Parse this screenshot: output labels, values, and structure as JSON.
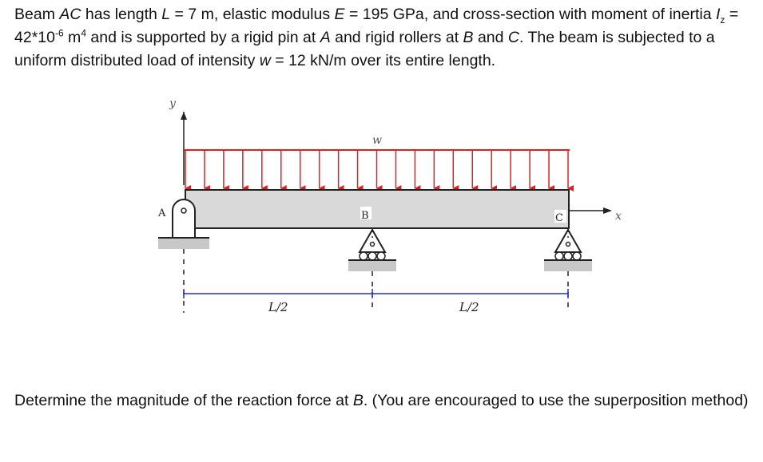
{
  "problem": {
    "p1": "Beam ",
    "beam": "AC",
    "p2": " has length ",
    "L_sym": "L",
    "p3": " = 7 m, elastic modulus ",
    "E_sym": "E",
    "p4": " = 195 GPa, and cross-section with moment of inertia ",
    "I_sym": "I",
    "I_sub": "z",
    "p5": " = 42*10",
    "exp1": "-6",
    "p6": " m",
    "exp2": "4",
    "p7": " and is supported by a rigid pin at ",
    "A": "A",
    "p8": " and rigid rollers at ",
    "B": "B",
    "p9": " and ",
    "C": "C",
    "p10": ". The beam is subjected to a uniform distributed load of intensity ",
    "w_sym": "w",
    "p11": " = 12 kN/m over its entire length."
  },
  "question": {
    "q1": "Determine the magnitude of the reaction force at ",
    "B": "B",
    "q2": ". (You are encouraged to use the superposition method)"
  },
  "diagram": {
    "y_axis_label": "y",
    "x_axis_label": "x",
    "load_label": "w",
    "point_A": "A",
    "point_B": "B",
    "point_C": "C",
    "dim_left": "L/2",
    "dim_right": "L/2",
    "colors": {
      "load": "#e02020",
      "dimension": "#2030d0",
      "beam_fill": "#d9d9d9",
      "ground": "#c8c8c8",
      "beam_stroke": "#222222"
    }
  }
}
